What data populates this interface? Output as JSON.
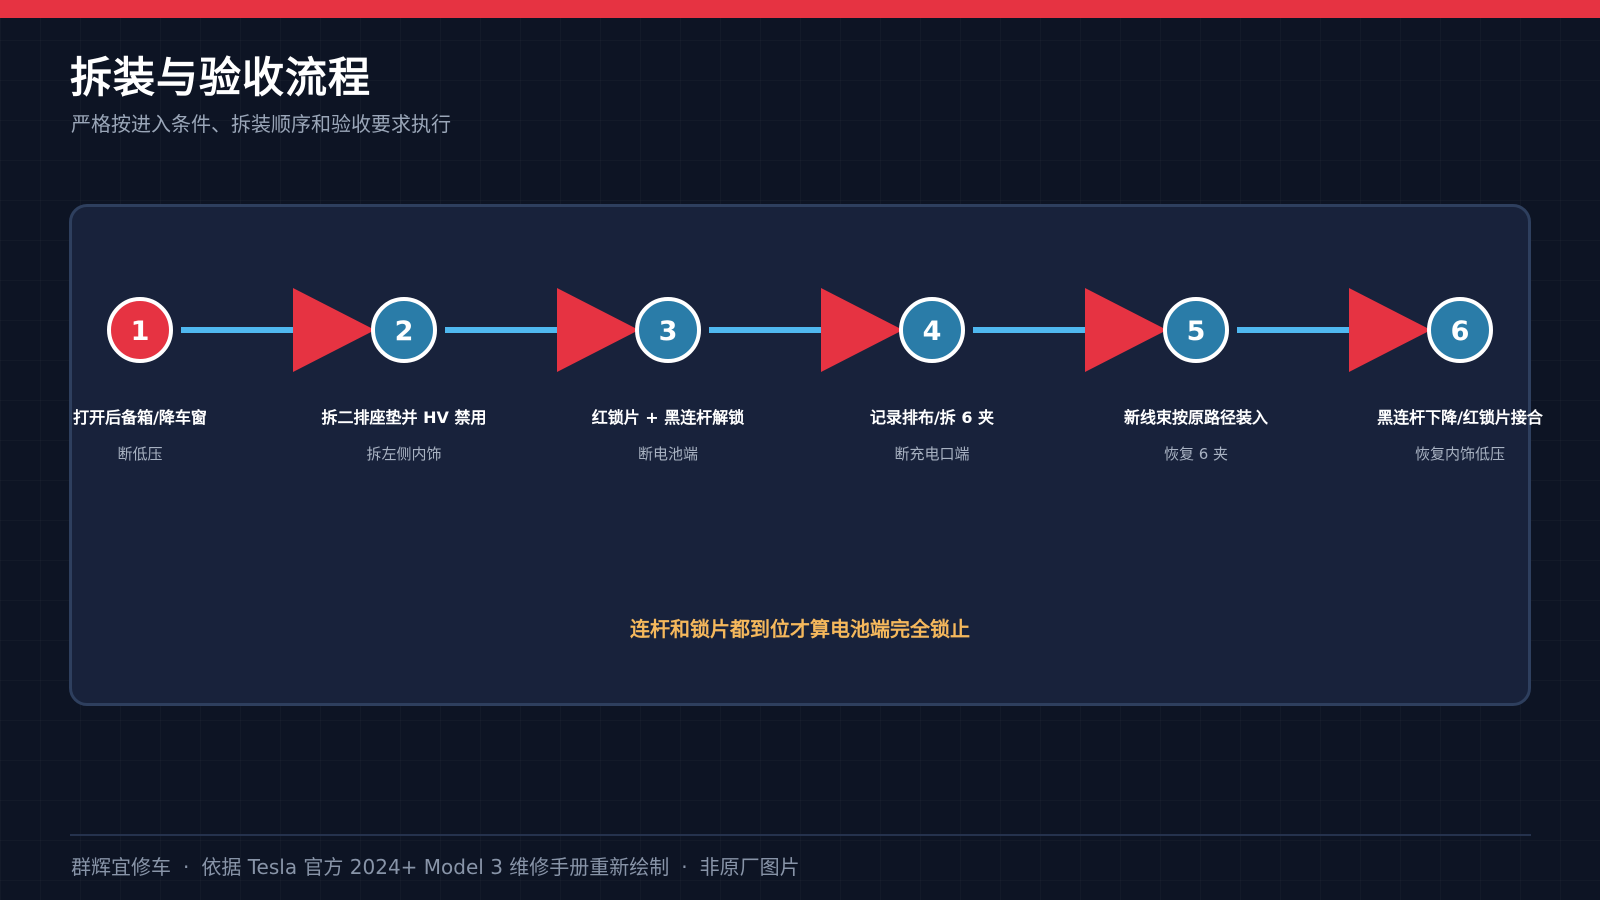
{
  "header": {
    "title": "拆装与验收流程",
    "subtitle": "严格按进入条件、拆装顺序和验收要求执行"
  },
  "colors": {
    "accent_red": "#e63342",
    "step_blue": "#2a7ca8",
    "connector_blue": "#4fb8f0",
    "note_orange": "#f5b85c"
  },
  "steps": [
    {
      "number": "1",
      "title": "打开后备箱/降车窗",
      "sub": "断低压",
      "state": "active"
    },
    {
      "number": "2",
      "title": "拆二排座垫并 HV 禁用",
      "sub": "拆左侧内饰",
      "state": "normal"
    },
    {
      "number": "3",
      "title": "红锁片 + 黑连杆解锁",
      "sub": "断电池端",
      "state": "normal"
    },
    {
      "number": "4",
      "title": "记录排布/拆 6 夹",
      "sub": "断充电口端",
      "state": "normal"
    },
    {
      "number": "5",
      "title": "新线束按原路径装入",
      "sub": "恢复 6 夹",
      "state": "normal"
    },
    {
      "number": "6",
      "title": "黑连杆下降/红锁片接合",
      "sub": "恢复内饰低压",
      "state": "normal"
    }
  ],
  "note": "连杆和锁片都到位才算电池端完全锁止",
  "footer": {
    "brand": "群辉宜修车",
    "sep1": "·",
    "source": "依据 Tesla 官方 2024+ Model 3 维修手册重新绘制",
    "sep2": "·",
    "disclaimer": "非原厂图片"
  }
}
